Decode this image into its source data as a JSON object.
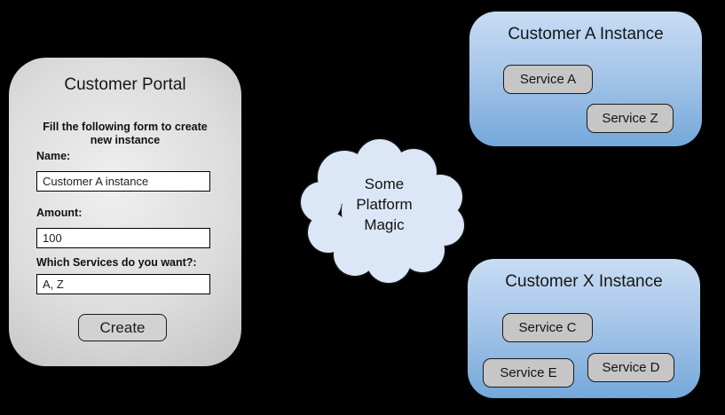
{
  "colors": {
    "background": "#000000",
    "portal_center": "#efefef",
    "portal_edge": "#8e8e8e",
    "instance_gradient_top": "#c8dcf4",
    "instance_gradient_bottom": "#74a8db",
    "cloud_fill": "#dbe7f7",
    "chip_background": "#c6c6c6",
    "outline": "#111111"
  },
  "portal": {
    "title": "Customer Portal",
    "intro": "Fill the following form to create new instance",
    "fields": [
      {
        "label": "Name:",
        "value": "Customer A instance"
      },
      {
        "label": "Amount:",
        "value": "100"
      },
      {
        "label": "Which Services do you want?:",
        "value": "A, Z"
      }
    ],
    "create_label": "Create"
  },
  "cloud": {
    "lines": [
      "Some",
      "Platform",
      "Magic"
    ]
  },
  "instances": [
    {
      "title": "Customer A Instance",
      "services": [
        "Service A",
        "Service Z"
      ]
    },
    {
      "title": "Customer X Instance",
      "services": [
        "Service C",
        "Service E",
        "Service D"
      ]
    }
  ]
}
